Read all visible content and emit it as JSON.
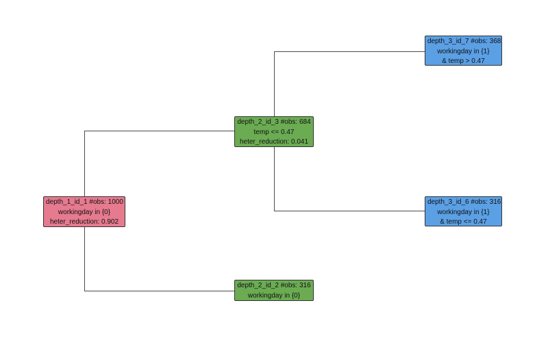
{
  "diagram": {
    "type": "decision-tree",
    "colors": {
      "depth_1": "#e67a8f",
      "depth_2": "#6bac53",
      "depth_3": "#5ba0e5",
      "edge": "#4a4a4a"
    },
    "nodes": {
      "n1": {
        "lines": [
          "depth_1_id_1 #obs: 1000",
          "workingday in {0}",
          "heter_reduction: 0.902"
        ]
      },
      "n2": {
        "lines": [
          "depth_2_id_2 #obs: 316",
          "workingday in {0}"
        ]
      },
      "n3": {
        "lines": [
          "depth_2_id_3 #obs: 684",
          "temp <= 0.47",
          "heter_reduction: 0.041"
        ]
      },
      "n6": {
        "lines": [
          "depth_3_id_6 #obs: 316",
          "workingday in {1}",
          "& temp <= 0.47"
        ]
      },
      "n7": {
        "lines": [
          "depth_3_id_7 #obs: 368",
          "workingday in {1}",
          "& temp > 0.47"
        ]
      }
    },
    "edges": [
      {
        "from": "n1",
        "to": "n3"
      },
      {
        "from": "n1",
        "to": "n2"
      },
      {
        "from": "n3",
        "to": "n7"
      },
      {
        "from": "n3",
        "to": "n6"
      }
    ]
  }
}
